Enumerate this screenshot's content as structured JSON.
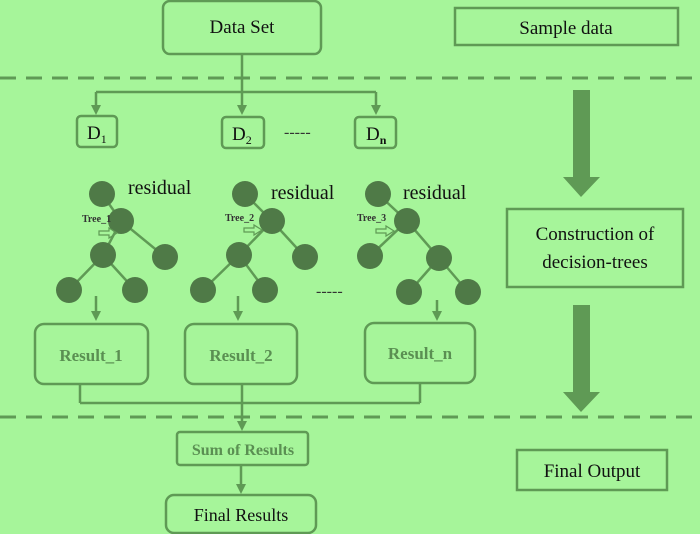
{
  "colors": {
    "background": "#a6f59a",
    "stroke": "#5f9a55",
    "node_fill": "#4f7a47",
    "result_text": "#5a8f52",
    "text": "#111111"
  },
  "top": {
    "dataset_label": "Data Set",
    "sample_label": "Sample data"
  },
  "subsets": [
    {
      "letter": "D",
      "sub": "1"
    },
    {
      "letter": "D",
      "sub": "2"
    },
    {
      "letter": "D",
      "sub": "n"
    }
  ],
  "subset_ellipsis": "-----",
  "trees": [
    {
      "residual": "residual",
      "tree_label": "Tree_1"
    },
    {
      "residual": "residual",
      "tree_label": "Tree_2"
    },
    {
      "residual": "residual",
      "tree_label": "Tree_3"
    }
  ],
  "tree_ellipsis": "-----",
  "results": [
    "Result_1",
    "Result_2",
    "Result_n"
  ],
  "side": {
    "construction_line1": "Construction of",
    "construction_line2": "decision-trees",
    "final_output": "Final Output"
  },
  "sum_label": "Sum of Results",
  "final_label": "Final Results"
}
